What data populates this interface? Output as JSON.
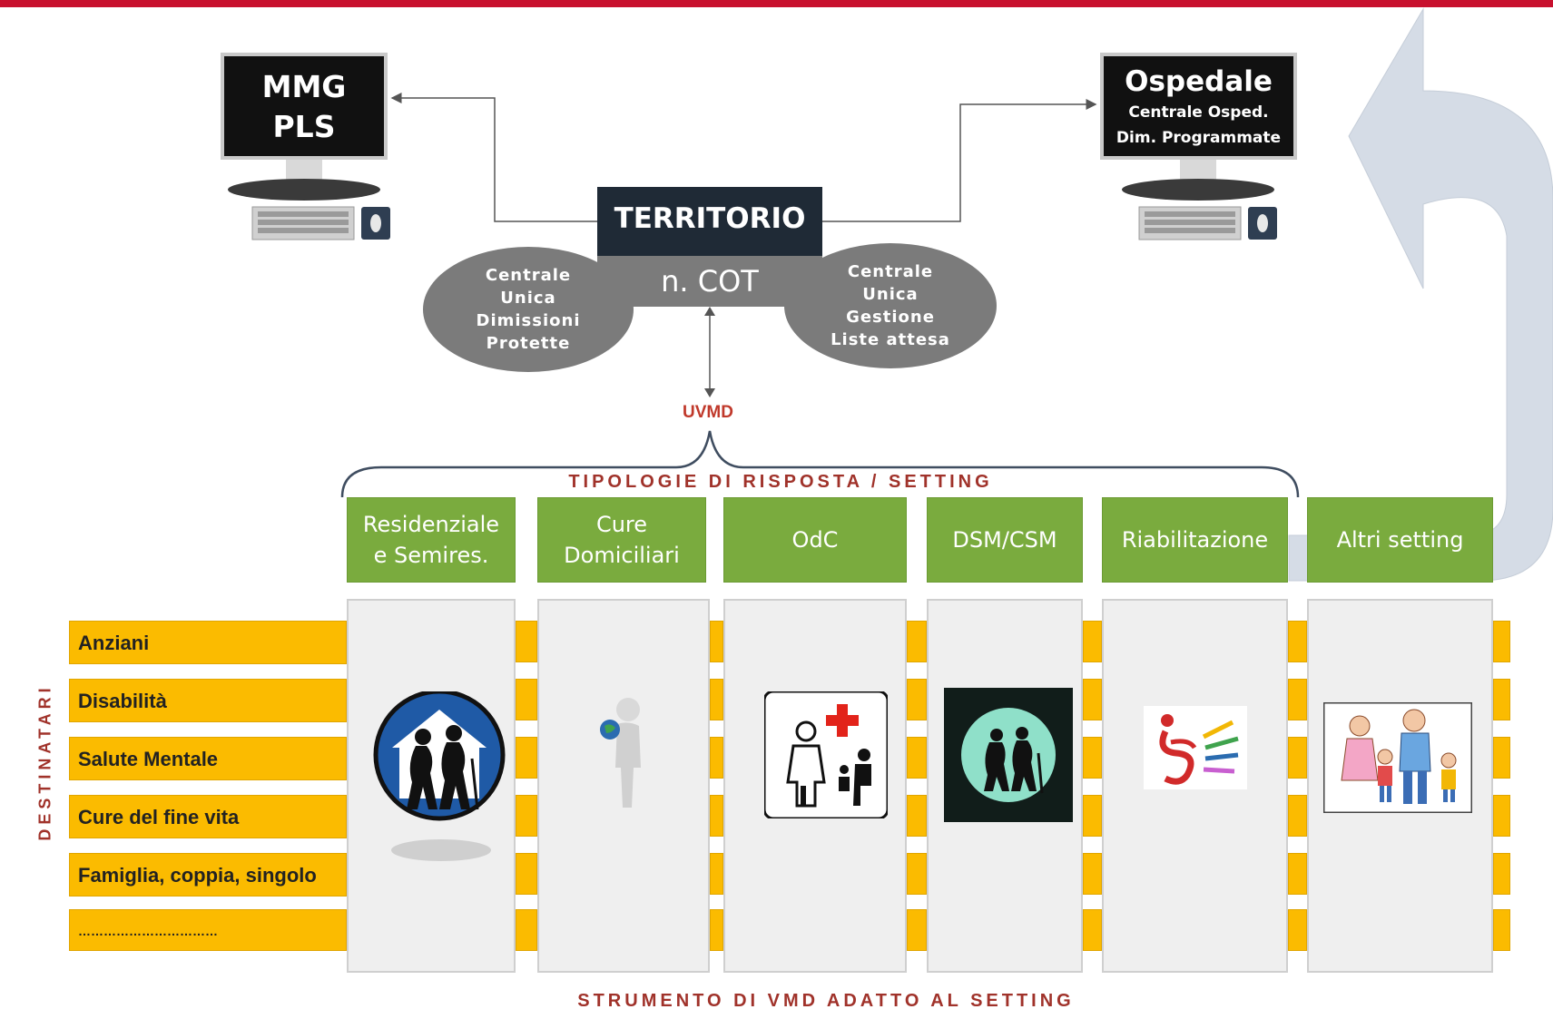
{
  "mmg": {
    "line1": "MMG",
    "line2": "PLS"
  },
  "ospedale": {
    "title": "Ospedale",
    "line1": "Centrale Osped.",
    "line2": "Dim.  Programmate"
  },
  "territorio": {
    "title": "TERRITORIO",
    "cot": "n. COT"
  },
  "ellipse_left": [
    "Centrale",
    "Unica",
    "Dimissioni",
    "Protette"
  ],
  "ellipse_right": [
    "Centrale",
    "Unica",
    "Gestione",
    "Liste attesa"
  ],
  "uvmd": "UVMD",
  "tipologie_label": "TIPOLOGIE DI RISPOSTA / SETTING",
  "settings": [
    {
      "line1": "Residenziale",
      "line2": "e Semires."
    },
    {
      "line1": "Cure",
      "line2": "Domiciliari"
    },
    {
      "line1": "OdC",
      "line2": ""
    },
    {
      "line1": "DSM/CSM",
      "line2": ""
    },
    {
      "line1": "Riabilitazione",
      "line2": ""
    },
    {
      "line1": "Altri setting",
      "line2": ""
    }
  ],
  "destinatari_label": "DESTINATARI",
  "destinatari": [
    "Anziani",
    "Disabilità",
    "Salute Mentale",
    "Cure del fine vita",
    "Famiglia, coppia, singolo",
    "……………………………"
  ],
  "strumento_label": "STRUMENTO DI VMD ADATTO AL SETTING",
  "icons": [
    "elderly-house-icon",
    "person-with-globe-icon",
    "doctor-first-aid-icon",
    "elderly-couple-icon",
    "wheelchair-logo-icon",
    "family-drawing-icon",
    "computer-keyboard-icon",
    "computer-mouse-icon",
    "return-arrow-icon"
  ],
  "colors": {
    "accent_red": "#c8102e",
    "setting_green": "#7aab3e",
    "destinatari_yellow": "#fbbb00",
    "dark_box": "#1f2a36",
    "grey_box": "#7b7b7b",
    "label_red": "#a0322a",
    "arrow_blue": "#d5dce6"
  }
}
